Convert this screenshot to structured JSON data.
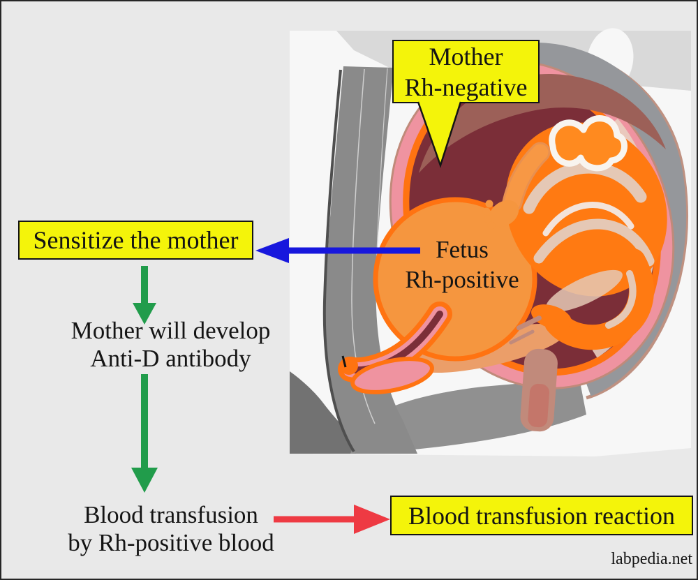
{
  "page": {
    "background_color": "#e9e9e9",
    "border_color": "#262626",
    "watermark": "labpedia.net"
  },
  "callout": {
    "line1": "Mother",
    "line2": "Rh-negative",
    "fill": "#f4f40a",
    "border": "#141414"
  },
  "boxes": {
    "sensitize_label": "Sensitize the mother",
    "reaction_label": "Blood transfusion reaction",
    "fill": "#f4f40a",
    "border": "#141414"
  },
  "labels": {
    "fetus_line1": "Fetus",
    "fetus_line2": "Rh-positive",
    "develop_line1": "Mother will develop",
    "develop_line2": "Anti-D antibody",
    "transfusion_line1": "Blood transfusion",
    "transfusion_line2": "by Rh-positive blood"
  },
  "arrows": {
    "blue_color": "#1717dd",
    "green_color": "#219c4b",
    "red_color": "#ee3a43",
    "blue_meaning": "fetal Rh-positive cells sensitize the mother",
    "green_meaning": "flow of consequence",
    "red_meaning": "transfusion leads to reaction"
  },
  "illustration": {
    "description": "sagittal section of pregnant mother with fetus in uterus",
    "palette": {
      "backdrop_white": "#f7f7f7",
      "top_deco_gray": "#d9d9d9",
      "body_gray": "#8a8a8a",
      "buttock_gray": "#727272",
      "thigh_gray": "#909090",
      "belly_wall_gray": "#95979b",
      "skin_line_tan": "#bf9181",
      "uterus_pink": "#ef93a0",
      "uterus_orange_ring": "#ff7311",
      "amniotic_maroon": "#7b2e38",
      "placenta_brown": "#9c6058",
      "fetus_light_orange": "#f5963f",
      "fetus_bright_orange": "#ff7a12",
      "cream_highlight": "#e5c8b5",
      "pelvic_band_orange": "#eb9e69",
      "rectum_outer": "#c18a7b",
      "rectum_inner": "#c4766a"
    }
  }
}
